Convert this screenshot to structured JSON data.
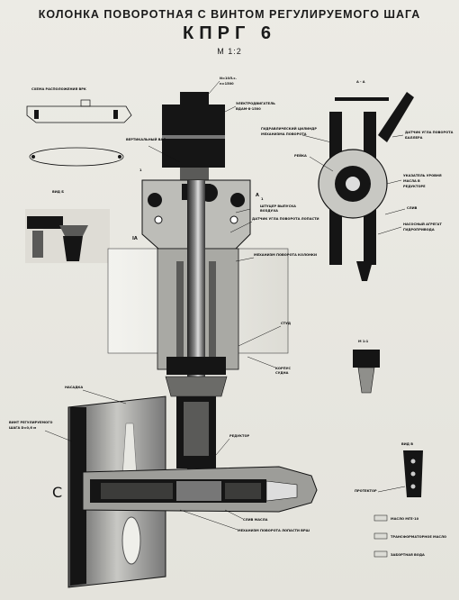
{
  "title": "КОЛОНКА ПОВОРОТНАЯ С ВИНТОМ РЕГУЛИРУЕМОГО ШАГА",
  "model": "КПРГ 6",
  "scale": "М 1:2",
  "labels": {
    "scheme": "СХЕМА РАСПОЛОЖЕНИЯ ВРК",
    "n_top": "N=10Л.с.",
    "n_top2": "n=1500",
    "motor": "ЭЛЕКТРОДВИГАТЕЛЬ",
    "motor2": "ВДАМ-8-1500",
    "reducer_top": "ВЕРТИКАЛЬНЫЙ ВАЛ",
    "one": "1",
    "view_b": "ВИД Б",
    "ia": "IА",
    "a1": "А",
    "a_sub": "1",
    "fitting": "ШТУЦЕР ВЫПУСКА",
    "fitting2": "ВОЗДУХА",
    "sensor_blade": "ДАТЧИК УГЛА ПОВОРОТА ЛОПАСТИ",
    "mech_column": "МЕХАНИЗМ ПОВОРОТА КОЛОНКИ",
    "stud": "СТУД",
    "hull": "КОРПУС",
    "hull2": "СУДНА",
    "nozzle": "НАСАДКА",
    "prop": "ВИНТ РЕГУЛИРУЕМОГО",
    "prop2": "ШАГА D=0,6 м",
    "reductor": "РЕДУКТОР",
    "oil_drain": "СЛИВ МАСЛА",
    "mech_blade": "МЕХАНИЗМ ПОВОРОТА ЛОПАСТИ ВРШ",
    "protector": "ПРОТЕКТОР",
    "view_v": "ВИД В",
    "view_aa": "А - А",
    "hydro": "ГИДРАВЛИЧЕСКИЙ ЦИЛИНДР",
    "hydro2": "МЕХАНИЗМА ПОВОРОТА",
    "rack": "РЕЙКА",
    "sensor_rudder": "ДАТЧИК УГЛА ПОВОРОТА",
    "sensor_rudder2": "БАЛЛЕРА",
    "level": "УКАЗАТЕЛЬ УРОВНЯ",
    "level2": "МАСЛА В",
    "level3": "РЕДУКТОРЕ",
    "drain": "СЛИВ",
    "pump": "НАСОСНЫЙ АГРЕГАТ",
    "pump2": "ГИДРОПРИВОДА",
    "detail": "М 1:1",
    "right_bottom": "В",
    "c_letter": "С"
  },
  "legend": [
    {
      "label": "МАСЛО МГЕ-10",
      "color": "#dcdcd6"
    },
    {
      "label": "ТРАНСФОРМАТОРНОЕ МАСЛО",
      "color": "#dcdcd6"
    },
    {
      "label": "ЗАБОРТНАЯ ВОДА",
      "color": "#dcdcd6"
    }
  ],
  "colors": {
    "ink": "#151515",
    "mid": "#5a5a58",
    "light": "#cfcfcb",
    "paper": "#e9e8e2"
  }
}
